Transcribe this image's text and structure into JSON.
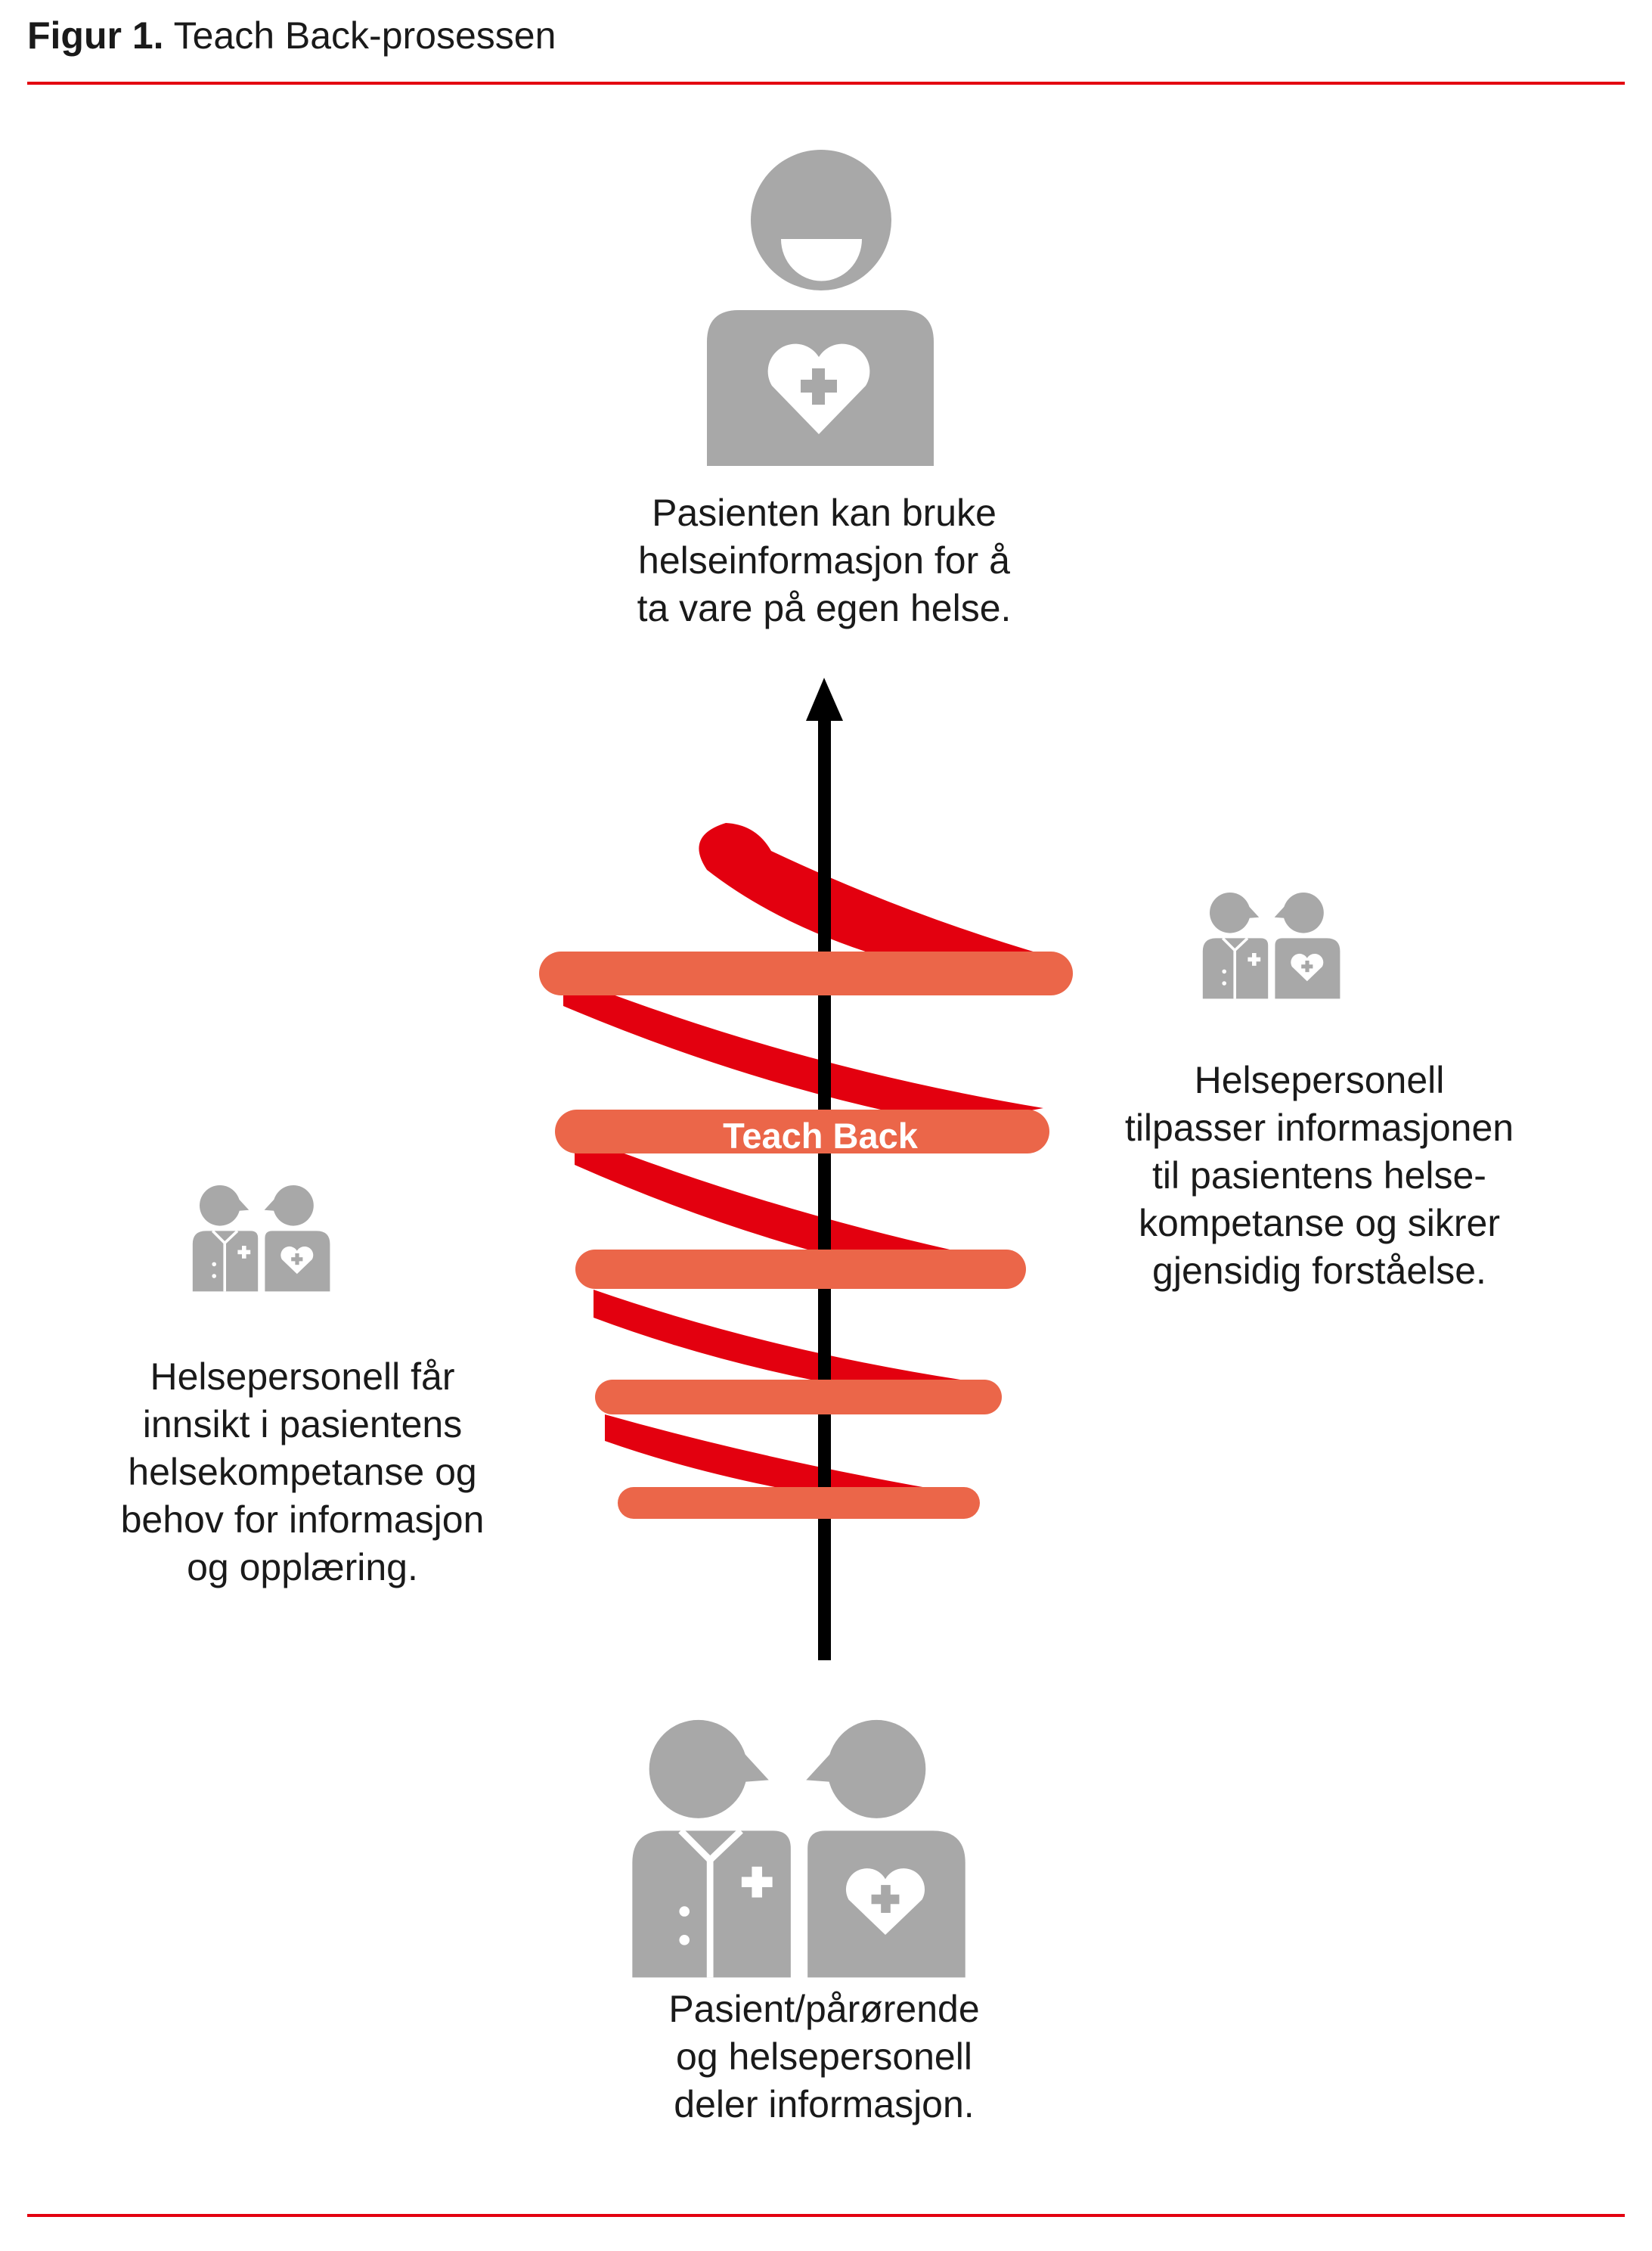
{
  "caption": {
    "label": "Figur 1.",
    "title": "Teach Back-prosessen"
  },
  "center_label": "Teach Back",
  "nodes": {
    "top": [
      "Pasienten kan bruke",
      "helseinformasjon for å",
      "ta vare på egen helse."
    ],
    "right": [
      "Helsepersonell",
      "tilpasser informasjonen",
      "til pasientens helse-",
      "kompetanse og sikrer",
      "gjensidig forståelse."
    ],
    "left": [
      "Helsepersonell får",
      "innsikt i pasientens",
      "helsekompetanse og",
      "behov for informasjon",
      "og opplæring."
    ],
    "bottom": [
      "Pasient/pårørende",
      "og helsepersonell",
      "deler informasjon."
    ]
  },
  "icons": {
    "top": "patient-icon",
    "right": "clinician-patient-pair-icon",
    "left": "clinician-patient-pair-icon",
    "bottom": "clinician-patient-pair-icon"
  },
  "colors": {
    "accent_red": "#e3000f",
    "coil_front": "#eb6649",
    "icon_gray": "#a8a8a8",
    "arrow": "#000000"
  }
}
